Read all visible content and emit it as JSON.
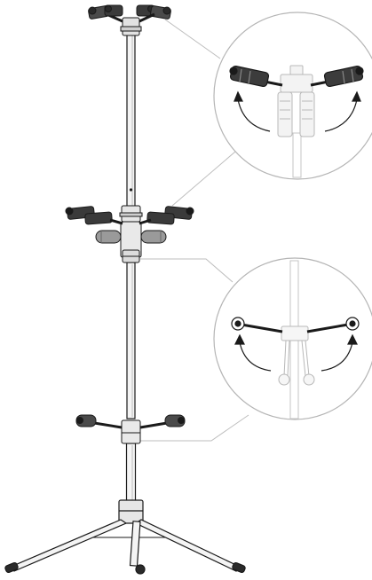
{
  "figure": {
    "subject": "guitar-stand-illustration",
    "detail_views": [
      "upper-yoke-fold-detail",
      "lower-arm-fold-detail"
    ],
    "colors": {
      "line": "#1a1a1a",
      "light_line": "#b5b5b5",
      "callout": "#bdbdbd",
      "metal": "#eaeaea"
    }
  }
}
